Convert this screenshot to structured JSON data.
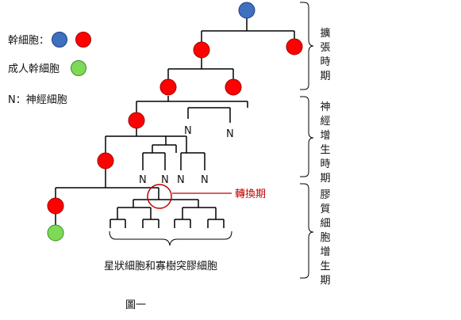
{
  "legend": {
    "stem_label": "幹細胞：",
    "adult_label": "成人幹細胞",
    "n_label": "N：神經細胞"
  },
  "phases": {
    "expansion": "擴張時期",
    "neurogenesis": "神經增生時期",
    "gliogenesis": "膠質細胞增生期"
  },
  "switch_label": "轉換期",
  "bottom_label": "星狀細胞和寡樹突膠細胞",
  "caption": "圖一",
  "neuron_letter": "N",
  "colors": {
    "stem_blue": "#3f6fbf",
    "stem_red": "#ff0000",
    "adult_green": "#7ed957",
    "switch_red": "#c00000"
  }
}
